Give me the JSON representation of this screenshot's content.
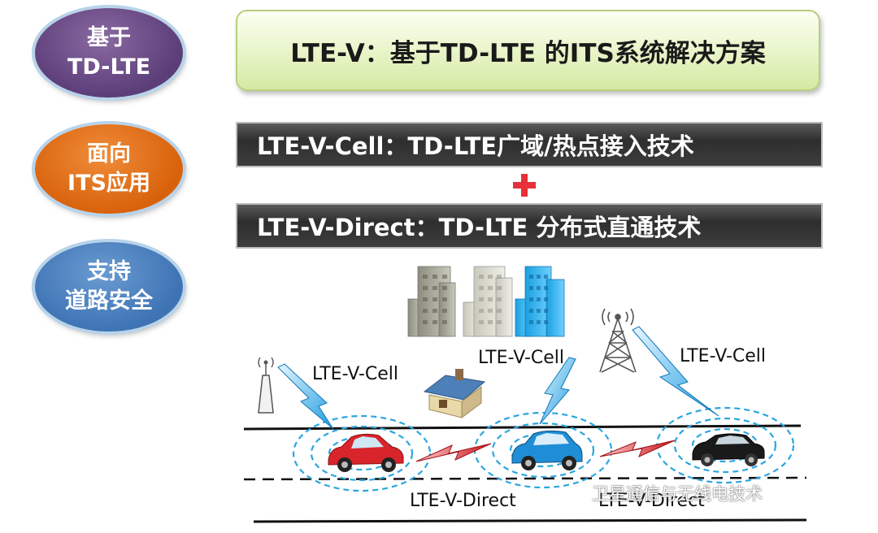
{
  "side_labels": [
    {
      "line1": "基于",
      "line2": "TD-LTE",
      "color": "#5b3d78"
    },
    {
      "line1": "面向",
      "line2": "ITS应用",
      "color": "#d8620b"
    },
    {
      "line1": "支持",
      "line2": "道路安全",
      "color": "#3e73b4"
    }
  ],
  "title": "LTE-V：基于TD-LTE 的ITS系统解决方案",
  "bars": {
    "cell": "LTE-V-Cell：TD-LTE广域/热点接入技术",
    "plus": "+",
    "direct": "LTE-V-Direct：TD-LTE 分布式直通技术"
  },
  "diagram_labels": {
    "cell_left": "LTE-V-Cell",
    "cell_middle": "LTE-V-Cell",
    "cell_right": "LTE-V-Cell",
    "direct_left": "LTE-V-Direct",
    "direct_right": "LTE-V-Direct"
  },
  "watermark": "卫星通信与无线电技术",
  "colors": {
    "plus": "#e8303a",
    "signal_blue": "#2aa6e0",
    "link_red": "#d62828",
    "car_red": "#d8242b",
    "car_blue": "#1f8ed6",
    "car_black": "#1a1a1a"
  }
}
